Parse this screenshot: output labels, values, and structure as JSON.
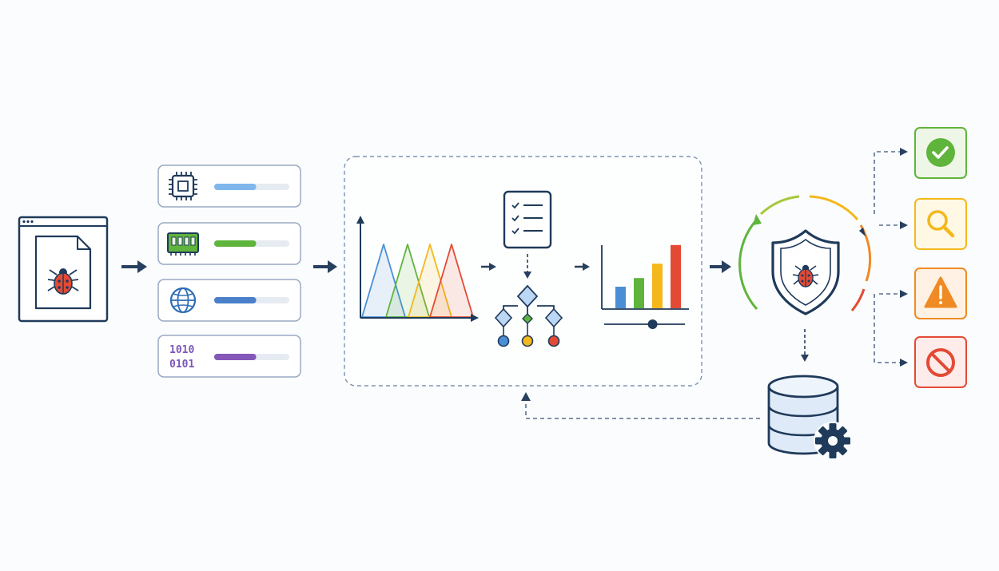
{
  "colors": {
    "navy": "#1f3a5a",
    "arrow": "#27405f",
    "dashed": "#5b6f8c",
    "card_border": "#9aa9c2",
    "blue": "#4a8fd6",
    "green": "#5fb43c",
    "yellow": "#f3b81c",
    "orange": "#f08a24",
    "red": "#e34a35",
    "purple": "#7d56b8",
    "light_blue": "#7fb6ec"
  },
  "features": [
    {
      "icon": "cpu-icon",
      "bar_color": "#7fb6ec",
      "fill": 0.56
    },
    {
      "icon": "memory-icon",
      "bar_color": "#5fb43c",
      "fill": 0.56
    },
    {
      "icon": "globe-icon",
      "bar_color": "#4a7fc9",
      "fill": 0.56
    },
    {
      "icon": "binary-icon",
      "bar_color": "#8457b9",
      "fill": 0.56,
      "binary_lines": [
        "1010",
        "0101"
      ]
    }
  ],
  "bar_chart": {
    "values": [
      30,
      42,
      62,
      88
    ],
    "colors": [
      "#4a8fd6",
      "#5fb43c",
      "#f3b81c",
      "#e34a35"
    ]
  },
  "slider_level": 0.6,
  "peaks_colors": [
    "#4a8fd6",
    "#5fb43c",
    "#f3b81c",
    "#e34a35"
  ],
  "tree_node_colors": [
    "#4a8fd6",
    "#f3b81c",
    "#e34a35"
  ],
  "verdicts": [
    {
      "icon": "check-circle-icon",
      "color": "#5fb43c",
      "bg": "#eef7e7"
    },
    {
      "icon": "magnifier-icon",
      "color": "#f3b81c",
      "bg": "#fff8e4"
    },
    {
      "icon": "warning-triangle-icon",
      "color": "#f08a24",
      "bg": "#fff1e3"
    },
    {
      "icon": "prohibited-icon",
      "color": "#e34a35",
      "bg": "#fdece9"
    }
  ]
}
